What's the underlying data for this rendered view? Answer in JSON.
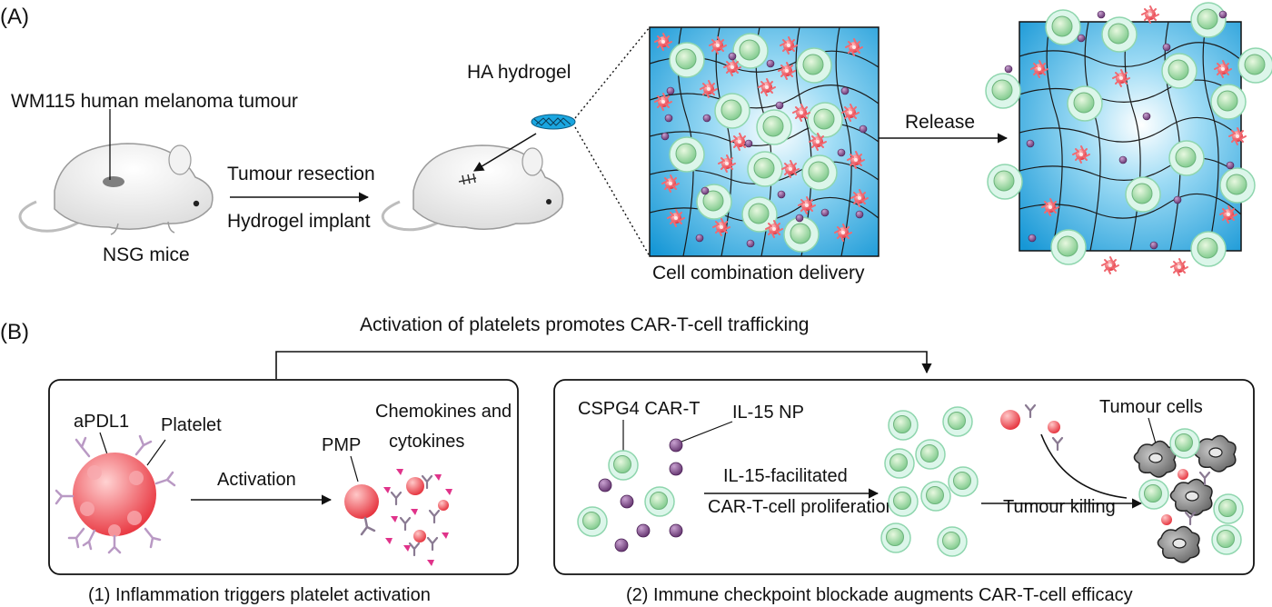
{
  "panel_a": {
    "letter": "(A)",
    "tumour_label": "WM115 human melanoma tumour",
    "mouse_label": "NSG mice",
    "step_top": "Tumour resection",
    "step_bottom": "Hydrogel implant",
    "hydrogel_label": "HA hydrogel",
    "box_caption": "Cell combination delivery",
    "release_label": "Release"
  },
  "panel_b": {
    "letter": "(B)",
    "top_arrow_label": "Activation of platelets promotes CAR-T-cell trafficking",
    "box1": {
      "apdl1": "aPDL1",
      "platelet": "Platelet",
      "activation": "Activation",
      "pmp": "PMP",
      "chemokines_line1": "Chemokines and",
      "chemokines_line2": "cytokines",
      "caption": "(1) Inflammation triggers platelet activation"
    },
    "box2": {
      "cart": "CSPG4 CAR-T",
      "il15": "IL-15 NP",
      "arrow_top": "IL-15-facilitated",
      "arrow_bottom": "CAR-T-cell proliferation",
      "tumour_cells": "Tumour cells",
      "killing": "Tumour killing",
      "caption": "(2) Immune checkpoint blockade augments CAR-T-cell efficacy"
    }
  },
  "colors": {
    "hydrogel_blue": "#1aa6e0",
    "tcell_fill": "#d6f5e4",
    "tcell_core": "#8fd19a",
    "platelet_red": "#f0404a",
    "np_purple": "#6f3a7a",
    "pmp_magenta": "#e0338a"
  }
}
